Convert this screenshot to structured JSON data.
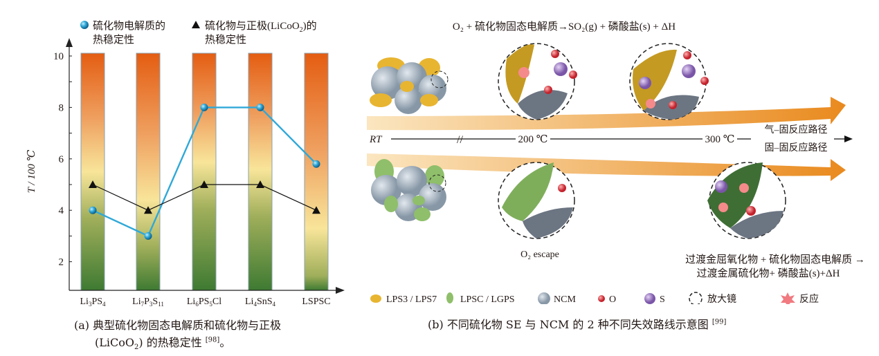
{
  "chart_data": {
    "type": "line",
    "categories": [
      "Li3PS4",
      "Li7P3S11",
      "Li6PS5Cl",
      "Li4SnS4",
      "LSPSC"
    ],
    "category_labels": [
      {
        "base": "Li",
        "sub1": "3",
        "mid": "PS",
        "sub2": "4",
        "end": ""
      },
      {
        "base": "Li",
        "sub1": "7",
        "mid": "P",
        "sub2": "3",
        "end": "S",
        "sub3": "11"
      },
      {
        "base": "Li",
        "sub1": "6",
        "mid": "PS",
        "sub2": "5",
        "end": "Cl"
      },
      {
        "base": "Li",
        "sub1": "4",
        "mid": "SnS",
        "sub2": "4",
        "end": ""
      },
      {
        "base": "LSPSC",
        "sub1": "",
        "mid": "",
        "sub2": "",
        "end": ""
      }
    ],
    "series": [
      {
        "name": "硫化物电解质的热稳定性",
        "marker": "circle",
        "color": "#2fa8d8",
        "values": [
          4,
          3,
          8,
          8,
          5.8
        ]
      },
      {
        "name": "硫化物与正极(LiCoO2)的热稳定性",
        "marker": "triangle",
        "color": "#111111",
        "values": [
          5,
          4,
          5,
          5,
          4
        ]
      }
    ],
    "legend": [
      "硫化物电解质的",
      "热稳定性",
      "硫化物与正极(LiCoO",
      "2",
      ")的",
      "热稳定性"
    ],
    "ylabel": "T / 100 ℃",
    "yticks": [
      2,
      4,
      6,
      8,
      10
    ],
    "ylim": [
      1.1,
      10.1
    ],
    "legend_position": "top"
  },
  "caption_a": {
    "line1": "(a)  典型硫化物固态电解质和硫化物与正极",
    "line2a": "(LiCoO",
    "line2sub": "2",
    "line2b": ") 的热稳定性 ",
    "ref": "[98]",
    "end": "。"
  },
  "diagram": {
    "top_equation": "O₂ + 硫化物固态电解质→SO₂(g) + 磷酸盐(s) + ΔH",
    "timeline": {
      "start": "RT",
      "mid": "200 ℃",
      "end": "300 ℃"
    },
    "path_upper": "气–固反应路径",
    "path_lower": "固–固反应路径",
    "o2_escape": "O₂ escape",
    "bottom_equation_1": "过渡金屈氧化物 + 硫化物固态电解质 →",
    "bottom_equation_2": "过渡金属硫化物+ 磷酸盐(s)+ΔH",
    "legend": [
      "LPS3 / LPS7",
      "LPSC / LGPS",
      "NCM",
      "O",
      "S",
      "放大镜",
      "反应"
    ],
    "colors": {
      "lps": "#e8b531",
      "lpsc": "#8fbf6a",
      "ncm": "#a9b6c2",
      "o": "#d9434a",
      "s": "#9b79c4",
      "arrow": "#e98a1e"
    }
  },
  "caption_b": {
    "text": "(b)  不同硫化物 SE 与 NCM 的 2 种不同失效路线示意图 ",
    "ref": "[99]"
  }
}
